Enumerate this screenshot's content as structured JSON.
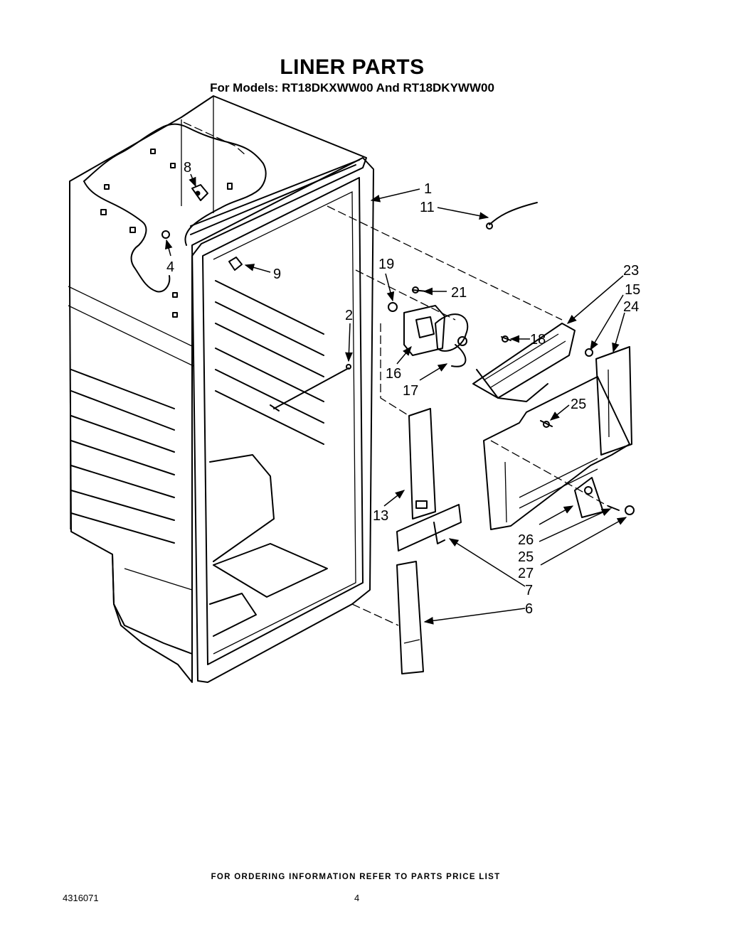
{
  "title": "LINER PARTS",
  "subtitle": "For Models: RT18DKXWW00 And RT18DKYWW00",
  "footer": "FOR ORDERING INFORMATION REFER TO PARTS PRICE LIST",
  "doc_number": "4316071",
  "page_number": "4",
  "callouts": {
    "c1": "1",
    "c11": "11",
    "c8": "8",
    "c4": "4",
    "c9": "9",
    "c2": "2",
    "c19": "19",
    "c21": "21",
    "c23": "23",
    "c15": "15",
    "c24": "24",
    "c18": "18",
    "c16": "16",
    "c17": "17",
    "c25a": "25",
    "c13": "13",
    "c26": "26",
    "c25b": "25",
    "c27": "27",
    "c7": "7",
    "c6": "6"
  }
}
